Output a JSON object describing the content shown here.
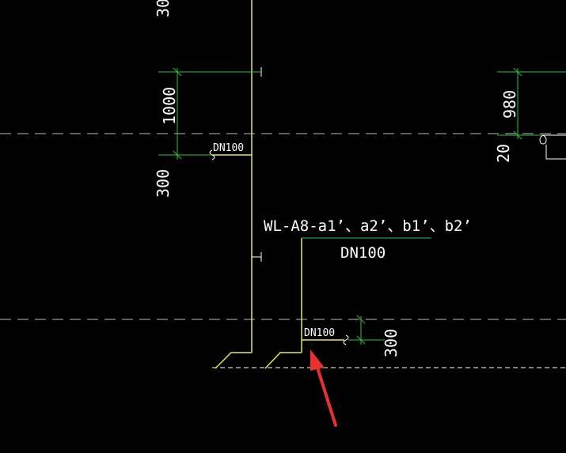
{
  "colors": {
    "background": "#000000",
    "pipe": "#e8e84a",
    "dimension": "#2fbf3a",
    "text": "#ffffff",
    "level_line": "#bdbdbd",
    "arrow": "#e8322f"
  },
  "labels": {
    "top_cut_dimension": "30",
    "dim_1000": "1000",
    "dim_300_left": "300",
    "dn_left": "DN100",
    "pipe_code": "WL-A8-a1’、a2’、b1’、b2’",
    "pipe_diameter": "DN100",
    "dn_bottom": "DN100",
    "dim_300_bottom": "300",
    "dim_980": "980",
    "dim_20": "20"
  },
  "annotation": {
    "arrow_icon": "red-pointer-arrow-icon"
  }
}
